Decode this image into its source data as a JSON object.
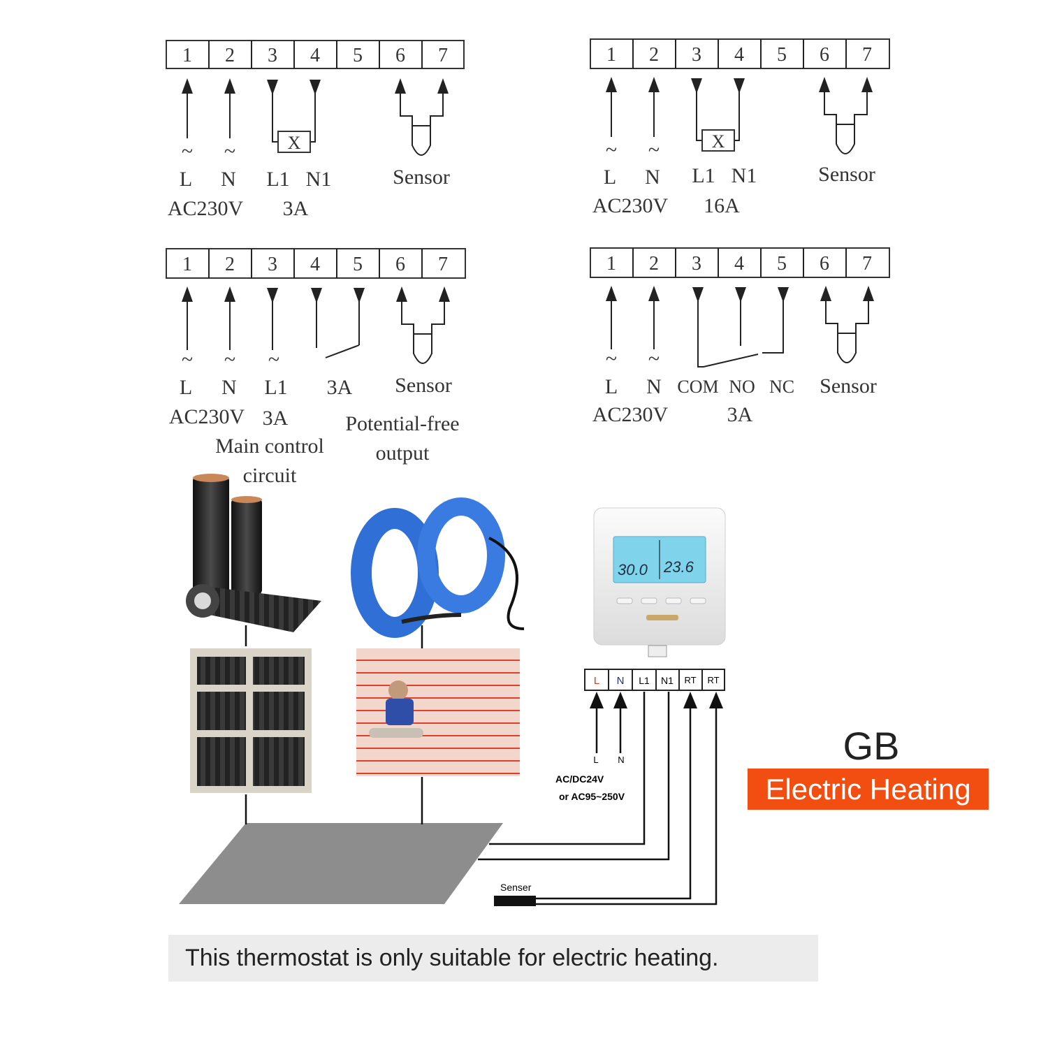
{
  "diagrams": [
    {
      "terminals": [
        "1",
        "2",
        "3",
        "4",
        "5",
        "6",
        "7"
      ],
      "labels": {
        "l": "L",
        "n": "N",
        "l1": "L1",
        "n1": "N1",
        "sensor": "Sensor",
        "voltage": "AC230V",
        "current": "3A",
        "relay": "X"
      }
    },
    {
      "terminals": [
        "1",
        "2",
        "3",
        "4",
        "5",
        "6",
        "7"
      ],
      "labels": {
        "l": "L",
        "n": "N",
        "l1": "L1",
        "n1": "N1",
        "sensor": "Sensor",
        "voltage": "AC230V",
        "current": "16A",
        "relay": "X"
      }
    },
    {
      "terminals": [
        "1",
        "2",
        "3",
        "4",
        "5",
        "6",
        "7"
      ],
      "labels": {
        "l": "L",
        "n": "N",
        "l1": "L1",
        "sensor": "Sensor",
        "voltage": "AC230V",
        "l1_current": "3A",
        "free_current": "3A",
        "main_control_line1": "Main control",
        "main_control_line2": "circuit",
        "potential_free_line1": "Potential-free",
        "potential_free_line2": "output"
      }
    },
    {
      "terminals": [
        "1",
        "2",
        "3",
        "4",
        "5",
        "6",
        "7"
      ],
      "labels": {
        "l": "L",
        "n": "N",
        "com": "COM",
        "no": "NO",
        "nc": "NC",
        "sensor": "Sensor",
        "voltage": "AC230V",
        "current": "3A"
      }
    }
  ],
  "thermostat": {
    "display_left": "30.0",
    "display_right": "23.6",
    "terminals": [
      "L",
      "N",
      "L1",
      "N1",
      "RT",
      "RT"
    ],
    "input_l": "L",
    "input_n": "N",
    "power_line1": "AC/DC24V",
    "power_line2": "or  AC95~250V",
    "sensor_label": "Senser"
  },
  "region": "GB",
  "badge": "Electric Heating",
  "footer": "This thermostat is only suitable for electric heating.",
  "colors": {
    "badge": "#f24e12",
    "cable": "#2f6fd6",
    "film": "#2a2a2a",
    "floor": "#8d8d8d",
    "lcd": "#7fd4ec"
  }
}
